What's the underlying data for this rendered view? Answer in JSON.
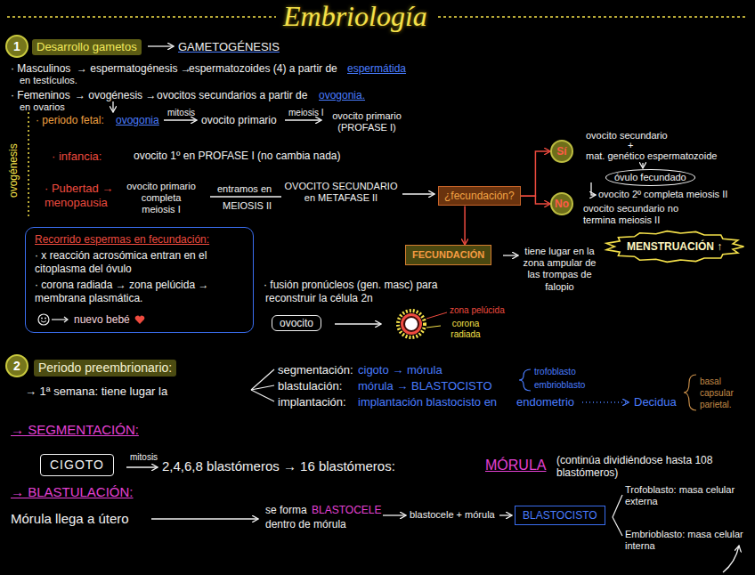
{
  "diagram": {
    "title": "Embriología",
    "nodes": [
      {
        "text": [
          "1"
        ]
      },
      {
        "text": [
          "Desarrollo gametos"
        ]
      },
      {
        "text": [
          "¿fecundación?"
        ]
      },
      {
        "text": [
          "Sí"
        ]
      },
      {
        "text": [
          "óvulo fecundado"
        ]
      },
      {
        "text": [
          "No"
        ]
      },
      {
        "text": [
          "MENSTRUACIÓN ↑"
        ]
      },
      {
        "text": [
          "Recorrido espermas en fecundación:",
          "· x reacción acrosómica entran en el citoplasma del óvulo",
          "· corona radiada → zona pelúcida → membrana plasmática.",
          "nuevo bebé"
        ]
      },
      {
        "text": [
          "FECUNDACIÓN"
        ]
      },
      {
        "text": [
          "ovocito"
        ]
      },
      {
        "text": [
          "2"
        ]
      },
      {
        "text": [
          "Periodo preembrionario:"
        ]
      },
      {
        "text": [
          "CIGOTO"
        ]
      },
      {
        "text": [
          "BLASTOCISTO"
        ]
      }
    ],
    "edges": [
      {
        "from": 2,
        "to": 3,
        "arrow": "to"
      },
      {
        "from": 2,
        "to": 5,
        "arrow": "to"
      },
      {
        "from": 2,
        "to": 8,
        "arrow": "to"
      }
    ],
    "labels": [
      "GAMETOGÉNESIS",
      "· Masculinos",
      "→ espermatogénesis →",
      "espermatozoides (4) a partir de",
      "espermátida",
      "en testículos.",
      "· Femeninos",
      "→ ovogénesis →",
      "ovocitos secundarios a partir de",
      "ovogonia.",
      "en ovarios",
      "ovogénesis",
      "· periodo fetal:",
      "ovogonia",
      "mitosis",
      "ovocito primario",
      "meiosis I",
      "ovocito primario (PROFASE I)",
      "· infancia:",
      "ovocito 1º en PROFASE I (no cambia nada)",
      "· Pubertad → menopausia",
      "ovocito primario completa meiosis I",
      "entramos en",
      "MEIOSIS II",
      "OVOCITO SECUNDARIO en METAFASE II",
      "ovocito secundario",
      "+",
      "mat. genético espermatozoide",
      "ovocito 2º completa meiosis II",
      "ovocito secundario no termina meiosis II",
      "tiene lugar en la zona ampular de las trompas de falopio",
      "· fusión pronúcleos (gen. masc) para",
      "reconstruir la célula 2n",
      "zona pelúcida",
      "corona radiada",
      "→ 1ª semana: tiene lugar la",
      "segmentación:",
      "cigoto → mórula",
      "blastulación:",
      "mórula → BLASTOCISTO",
      "trofoblasto",
      "embrioblasto",
      "implantación:",
      "implantación blastocisto en",
      "endometrio",
      "Decidua",
      "basal",
      "capsular",
      "parietal.",
      "→ SEGMENTACIÓN:",
      "mitosis",
      "2,4,6,8 blastómeros → 16 blastómeros:",
      "MÓRULA",
      "(continúa dividiéndose hasta 108 blastómeros)",
      "→ BLASTULACIÓN:",
      "Mórula llega a útero",
      "se forma",
      "BLASTOCELE",
      "dentro de mórula",
      "blastocele + mórula",
      "Trofoblasto: masa celular externa",
      "Embrioblasto: masa celular interna"
    ]
  }
}
